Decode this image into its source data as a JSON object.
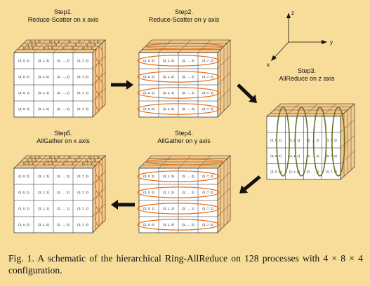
{
  "figure": {
    "caption_prefix": "Fig. 1.",
    "caption_text": "A schematic of the hierarchical Ring-AllReduce on 128 processes with 4 × 8 × 4 configuration.",
    "axis_labels": {
      "x": "x",
      "y": "y",
      "z": "z"
    },
    "colors": {
      "background": "#f8dd9a",
      "cube_front": "#ffffff",
      "cube_top": "#f0c585",
      "cube_side": "#f3ca8c",
      "ring_orange": "#e8701a",
      "ring_olive": "#6b6f1e",
      "grid": "#222222",
      "arrow": "#111111"
    },
    "cubes": [
      {
        "id": "step1",
        "title": "Step1.",
        "subtitle": "Reduce-Scatter on x axis",
        "rows": [
          [
            "(3, 0, 3)",
            "(3, 1, 3)",
            "(3, …, 3)",
            "(3, 7, 3)"
          ],
          [
            "(3, 0, 2)",
            "(3, 1, 2)",
            "(3, …, 2)",
            "(3, 7, 2)"
          ],
          [
            "(3, 0, 1)",
            "(3, 1, 1)",
            "(3, …, 1)",
            "(3, 7, 1)"
          ],
          [
            "(3, 0, 0)",
            "(3, 1, 0)",
            "(3, …, 0)",
            "(3, 7, 0)"
          ]
        ],
        "top_rows": [
          [
            "(0, 0, 3)",
            "(0, 1, 3)",
            "(0, …, 3)",
            "(0, 7, 3)"
          ],
          [
            "(1, 0, 3)",
            "(1, 1, 3)",
            "(1, …, 3)",
            "(1, 7, 3)"
          ],
          [
            "(2, 0, 3)",
            "(2, 1, 3)",
            "(2, …, 3)",
            "(2, 7, 3)"
          ]
        ]
      },
      {
        "id": "step2",
        "title": "Step2.",
        "subtitle": "Reduce-Scatter on y axis",
        "rows": [
          [
            "(3, 0, 3)",
            "(3, 1, 3)",
            "(3, …, 3)",
            "(3, 7, 3)"
          ],
          [
            "(3, 0, 2)",
            "(3, 1, 2)",
            "(3, …, 2)",
            "(3, 7, 2)"
          ],
          [
            "(3, 0, 1)",
            "(3, 1, 1)",
            "(3, …, 1)",
            "(3, 7, 1)"
          ],
          [
            "(3, 0, 0)",
            "(3, 1, 0)",
            "(3, …, 0)",
            "(3, 7, 0)"
          ]
        ],
        "top_rows": []
      },
      {
        "id": "step3",
        "title": "Step3.",
        "subtitle": "AllReduce on z axis",
        "rows": [
          [
            "",
            "",
            "",
            ""
          ],
          [
            "(3, 0, 2)",
            "(3, 1, 2)",
            "(3, …, 2)",
            "(3, 7, 2)"
          ],
          [
            "(3, 0, 1)",
            "(3, 1, 1)",
            "(3, …, 1)",
            "(3, 7, 1)"
          ],
          [
            "(3, 0, 0)",
            "(3, 1, 0)",
            "(3, …, 0)",
            "(3, 7, 0)"
          ]
        ],
        "top_rows": []
      },
      {
        "id": "step4",
        "title": "Step4.",
        "subtitle": "AllGather on y axis",
        "rows": [
          [
            "(3, 0, 3)",
            "(3, 1, 3)",
            "(3, …, 3)",
            "(3, 7, 3)"
          ],
          [
            "(3, 0, 2)",
            "(3, 1, 2)",
            "(3, …, 2)",
            "(3, 7, 2)"
          ],
          [
            "(3, 0, 1)",
            "(3, 1, 1)",
            "(3, …, 1)",
            "(3, 7, 1)"
          ],
          [
            "(3, 0, 0)",
            "(3, 1, 0)",
            "(3, …, 0)",
            "(3, 7, 0)"
          ]
        ],
        "top_rows": []
      },
      {
        "id": "step5",
        "title": "Step5.",
        "subtitle": "AllGather on x axis",
        "rows": [
          [
            "(3, 0, 3)",
            "(3, 1, 3)",
            "(3, …, 3)",
            "(3, 7, 3)"
          ],
          [
            "(3, 0, 2)",
            "(3, 1, 2)",
            "(3, …, 2)",
            "(3, 7, 2)"
          ],
          [
            "(3, 0, 1)",
            "(3, 1, 1)",
            "(3, …, 1)",
            "(3, 7, 1)"
          ],
          [
            "(3, 0, 0)",
            "(3, 1, 0)",
            "(3, …, 0)",
            "(3, 7, 0)"
          ]
        ],
        "top_rows": [
          [
            "(0, 0, 3)",
            "(0, 1, 3)",
            "(0, …, 3)",
            "(0, 7, 3)"
          ],
          [
            "(1, 0, 3)",
            "(1, 1, 3)",
            "(1, …, 3)",
            "(1, 7, 3)"
          ],
          [
            "(2, 0, 3)",
            "(2, 1, 3)",
            "(2, …, 3)",
            "(2, 7, 3)"
          ]
        ]
      }
    ]
  }
}
